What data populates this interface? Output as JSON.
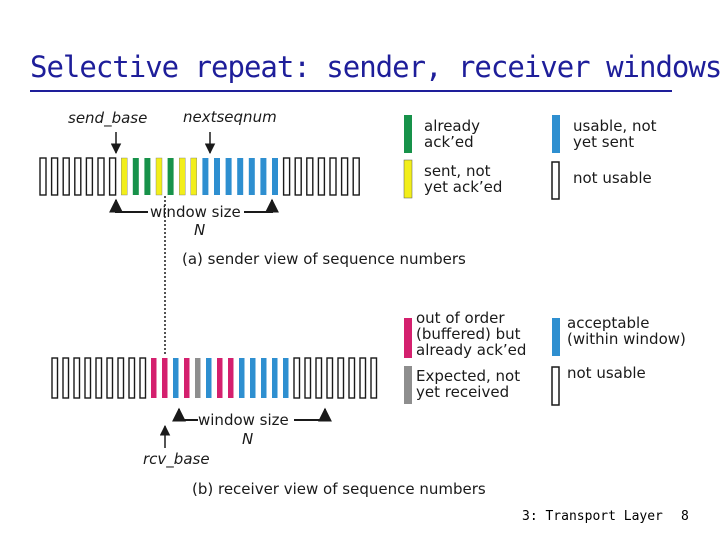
{
  "title": "Selective repeat: sender, receiver windows",
  "colors": {
    "already_acked": "#17924a",
    "sent_not_acked": "#f2ee1a",
    "usable_not_sent": "#2e8fd0",
    "not_usable": "#ffffff",
    "out_of_order_acked": "#d4206e",
    "expected_not_received": "#8e8e8e",
    "title": "#1e1e9a"
  },
  "sender": {
    "send_base_label": "send_base",
    "nextseqnum_label": "nextseqnum",
    "window_size_label": "window size",
    "window_n_label": "N",
    "caption": "(a) sender view of sequence numbers",
    "slots": [
      "N",
      "N",
      "N",
      "N",
      "N",
      "N",
      "N",
      "Y",
      "G",
      "G",
      "Y",
      "G",
      "Y",
      "Y",
      "B",
      "B",
      "B",
      "B",
      "B",
      "B",
      "B",
      "N",
      "N",
      "N",
      "N",
      "N",
      "N",
      "N"
    ],
    "legend": {
      "already_acked": "already\nack’ed",
      "sent_not_acked": "sent, not\nyet ack’ed",
      "usable_not_sent": "usable, not\nyet sent",
      "not_usable": "not usable"
    }
  },
  "receiver": {
    "rcv_base_label": "rcv_base",
    "window_size_label": "window size",
    "window_n_label": "N",
    "caption": "(b) receiver view of sequence numbers",
    "slots": [
      "N",
      "N",
      "N",
      "N",
      "N",
      "N",
      "N",
      "N",
      "N",
      "P",
      "P",
      "B",
      "P",
      "H",
      "B",
      "P",
      "P",
      "B",
      "B",
      "B",
      "B",
      "B",
      "N",
      "N",
      "N",
      "N",
      "N",
      "N",
      "N",
      "N"
    ],
    "legend": {
      "out_of_order": "out of order\n(buffered) but\nalready ack’ed",
      "expected": "Expected, not\nyet received",
      "acceptable": "acceptable\n(within window)",
      "not_usable": "not usable"
    }
  },
  "footer": {
    "course": "3: Transport Layer",
    "page": "8"
  }
}
